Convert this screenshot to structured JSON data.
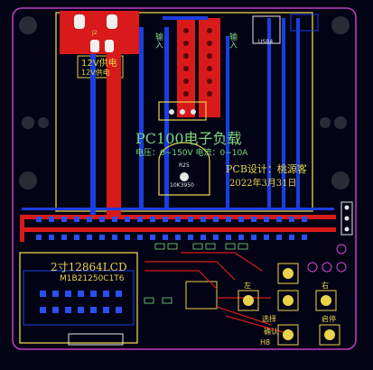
{
  "pcb": {
    "title": "PC100电子负载",
    "spec": "电压：0~150V   电流：0~10A",
    "designer": "PCB设计：桃源客",
    "date": "2022年3月31日",
    "power_label_1": "12V供电",
    "power_label_2": "12V供电",
    "lcd_label": "2寸12864LCD",
    "lcd_model": "M1B21250C1T6",
    "resistor_ref": "R25",
    "resistor_value": "10K3950",
    "usb_label": "USB4",
    "top_left_pad_label": "J2",
    "input_label_left": "输入",
    "input_label_right": "输入",
    "left_button_label": "左",
    "right_button_label": "右",
    "select_button_label": "选择",
    "start_button_label": "启停",
    "ok_button_label": "确认",
    "bottom_label": "H8",
    "colors": {
      "board_bg": "#030316",
      "outline": "#c040c0",
      "copper_top": "#e01818",
      "copper_bottom": "#1a3fe0",
      "silk_yellow": "#e8d34a",
      "silk_green": "#7dd87d"
    }
  }
}
